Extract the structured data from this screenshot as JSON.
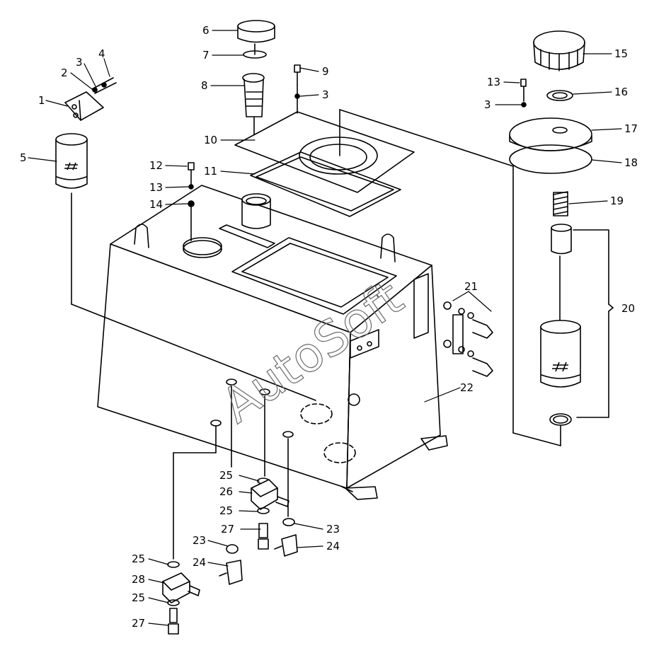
{
  "diagram": {
    "watermark": "AutoSoft",
    "callouts": [
      {
        "id": "p1",
        "text": "1"
      },
      {
        "id": "p2",
        "text": "2"
      },
      {
        "id": "p3a",
        "text": "3"
      },
      {
        "id": "p4",
        "text": "4"
      },
      {
        "id": "p5",
        "text": "5"
      },
      {
        "id": "p6",
        "text": "6"
      },
      {
        "id": "p7",
        "text": "7"
      },
      {
        "id": "p8",
        "text": "8"
      },
      {
        "id": "p9",
        "text": "9"
      },
      {
        "id": "p3b",
        "text": "3"
      },
      {
        "id": "p10",
        "text": "10"
      },
      {
        "id": "p11",
        "text": "11"
      },
      {
        "id": "p12",
        "text": "12"
      },
      {
        "id": "p13a",
        "text": "13"
      },
      {
        "id": "p14",
        "text": "14"
      },
      {
        "id": "p13b",
        "text": "13"
      },
      {
        "id": "p3c",
        "text": "3"
      },
      {
        "id": "p15",
        "text": "15"
      },
      {
        "id": "p16",
        "text": "16"
      },
      {
        "id": "p17",
        "text": "17"
      },
      {
        "id": "p18",
        "text": "18"
      },
      {
        "id": "p19",
        "text": "19"
      },
      {
        "id": "p20",
        "text": "20"
      },
      {
        "id": "p21",
        "text": "21"
      },
      {
        "id": "p22",
        "text": "22"
      },
      {
        "id": "p23a",
        "text": "23"
      },
      {
        "id": "p23b",
        "text": "23"
      },
      {
        "id": "p24a",
        "text": "24"
      },
      {
        "id": "p24b",
        "text": "24"
      },
      {
        "id": "p25a",
        "text": "25"
      },
      {
        "id": "p25b",
        "text": "25"
      },
      {
        "id": "p25c",
        "text": "25"
      },
      {
        "id": "p25d",
        "text": "25"
      },
      {
        "id": "p26",
        "text": "26"
      },
      {
        "id": "p27a",
        "text": "27"
      },
      {
        "id": "p27b",
        "text": "27"
      },
      {
        "id": "p28",
        "text": "28"
      }
    ]
  }
}
